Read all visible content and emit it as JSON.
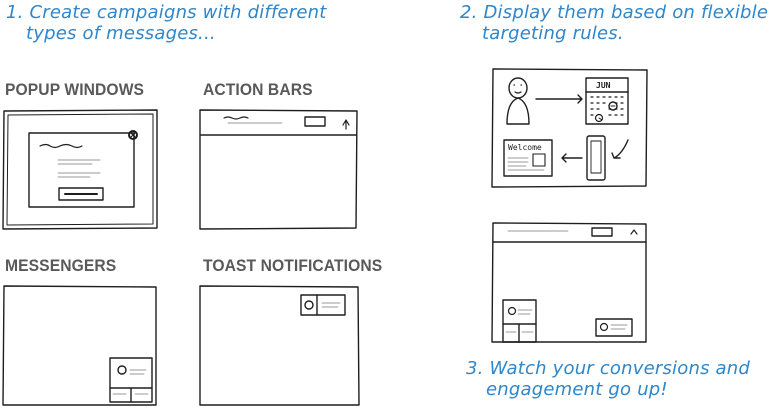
{
  "steps": [
    {
      "lines": [
        "1. Create campaigns with different",
        "types of messages..."
      ]
    },
    {
      "lines": [
        "2. Display them based on flexible",
        "targeting rules."
      ]
    },
    {
      "lines": [
        "3. Watch your conversions and",
        "engagement go up!"
      ]
    }
  ],
  "types": {
    "popup": "POPUP WINDOWS",
    "action_bars": "ACTION BARS",
    "messengers": "MESSENGERS",
    "toast": "TOAST NOTIFICATIONS"
  },
  "targeting": {
    "calendar_month": "JUN",
    "welcome_text": "Welcome"
  },
  "colors": {
    "accent": "#2f86c8",
    "label": "#595959",
    "ink": "#1e1e1e"
  }
}
